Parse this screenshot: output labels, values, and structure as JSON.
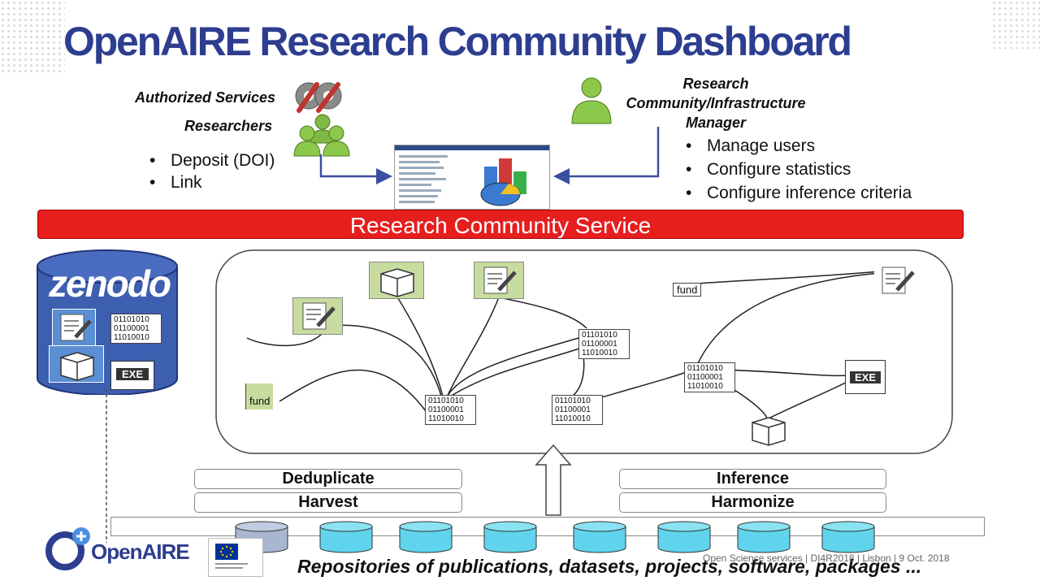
{
  "title": "OpenAIRE Research Community Dashboard",
  "actors": {
    "authorized_services": "Authorized Services",
    "researchers": "Researchers",
    "manager": "Research Community/Infrastructure Manager"
  },
  "researcher_actions": [
    "Deposit (DOI)",
    "Link"
  ],
  "manager_actions": [
    "Manage users",
    "Configure statistics",
    "Configure inference criteria"
  ],
  "service_bar": "Research Community Service",
  "zenodo_logo": "zenodo",
  "binary_text": "01101010 01100001 11010010",
  "fund_label": "fund",
  "exe_label": "EXE",
  "steps": {
    "left_top": "Deduplicate",
    "left_bottom": "Harvest",
    "right_top": "Inference",
    "right_bottom": "Harmonize"
  },
  "openaire_logo": "OpenAIRE",
  "repositories_caption": "Repositories of publications, datasets, projects, software, packages ...",
  "footer": "Open Science services | DI4R2018 | Lisbon | 9 Oct. 2018",
  "colors": {
    "title": "#2d3d8f",
    "service_bar": "#e61e1e",
    "zenodo_db": "#3d5fb0",
    "repo_db": "#5fd4ec",
    "green_item": "#c8dca0",
    "arrow": "#3b4fa0"
  }
}
